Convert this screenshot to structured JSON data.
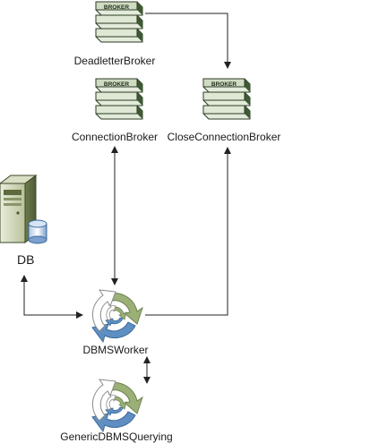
{
  "nodes": {
    "deadletter_broker": {
      "label": "DeadletterBroker",
      "badge": "BROKER"
    },
    "connection_broker": {
      "label": "ConnectionBroker",
      "badge": "BROKER"
    },
    "close_connection_broker": {
      "label": "CloseConnectionBroker",
      "badge": "BROKER"
    },
    "db": {
      "label": "DB"
    },
    "dbms_worker": {
      "label": "DBMSWorker"
    },
    "generic_dbms_querying": {
      "label": "GenericDBMSQuerying"
    }
  },
  "colors": {
    "broker_top": "#cfdcc2",
    "broker_layer": "#e3ebdb",
    "broker_side": "#3f5a33",
    "broker_outline": "#2b3b25",
    "cycle_green": "#9bb077",
    "cycle_blue": "#5f8fc2",
    "connector": "#222222",
    "server_body": "#7f8f5e",
    "db_cylinder": "#4f7fb8"
  }
}
